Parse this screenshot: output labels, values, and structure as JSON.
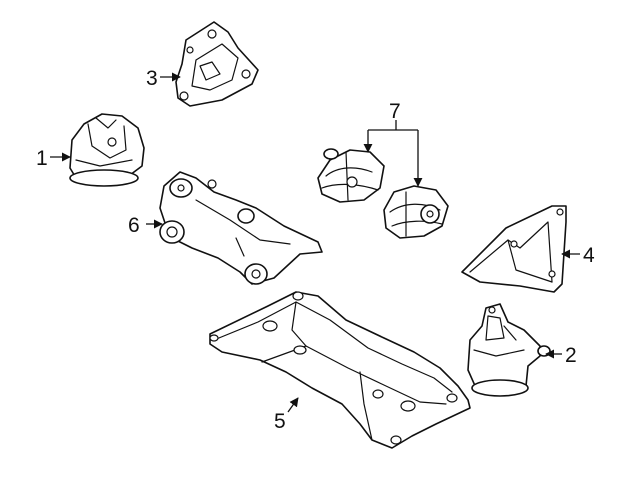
{
  "diagram": {
    "callouts": [
      {
        "id": "c1",
        "label": "1"
      },
      {
        "id": "c2",
        "label": "2"
      },
      {
        "id": "c3",
        "label": "3"
      },
      {
        "id": "c4",
        "label": "4"
      },
      {
        "id": "c5",
        "label": "5"
      },
      {
        "id": "c6",
        "label": "6"
      },
      {
        "id": "c7",
        "label": "7"
      }
    ],
    "colors": {
      "line": "#111111",
      "background": "#ffffff"
    }
  }
}
